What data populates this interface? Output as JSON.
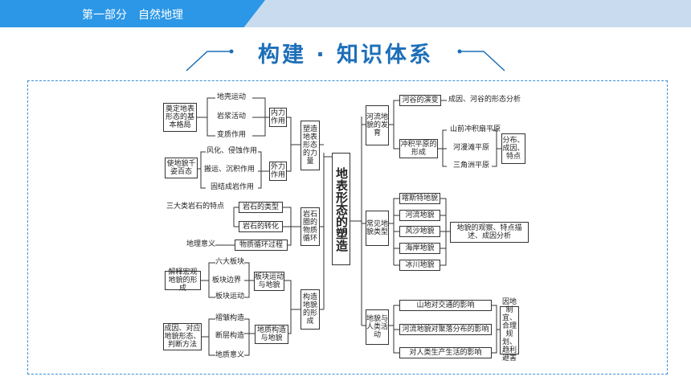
{
  "header": {
    "section": "第一部分　自然地理",
    "title": "构建 · 知识体系"
  },
  "center": "地表形态的塑造",
  "left": {
    "shape_force": "塑造地表形态的力量",
    "inner": "内力作用",
    "outer": "外力作用",
    "inner_items": [
      "地壳运动",
      "岩浆活动",
      "变质作用"
    ],
    "inner_result": "奠定地表形态的基本格局",
    "outer_items": [
      "风化、侵蚀作用",
      "搬运、沉积作用",
      "固结成岩作用"
    ],
    "outer_result": "使地貌千姿百态",
    "rock_cycle": "岩石圈的物质循环",
    "rock_items": [
      "岩石的类型",
      "岩石的转化",
      "物质循环过程"
    ],
    "rock_feature": "三大类岩石的特点",
    "rock_meaning": "地理意义",
    "tectonic": "构造地貌的形成",
    "plate": "板块运动与地貌",
    "plate_items": [
      "六大板块",
      "板块边界",
      "板块运动"
    ],
    "plate_result": "解释宏观地貌的形成",
    "struct": "地质构造与地貌",
    "struct_items": [
      "褶皱构造",
      "断层构造",
      "地质意义"
    ],
    "struct_result": "成因、对应地貌形态、判断方法"
  },
  "right": {
    "river": "河流地貌的发育",
    "valley": "河谷的演变",
    "valley_desc": "成因、河谷的形态分析",
    "plain": "冲积平原的形成",
    "plain_items": [
      "山前冲积扇平原",
      "河漫滩平原",
      "三角洲平原"
    ],
    "plain_desc": "分布、成因、特点",
    "common": "常见地貌类型",
    "common_items": [
      "喀斯特地貌",
      "河流地貌",
      "风沙地貌",
      "海岸地貌",
      "冰川地貌"
    ],
    "common_desc": "地貌的观察、特点描述、成因分析",
    "human": "地貌与人类活动",
    "human_items": [
      "山地对交通的影响",
      "河流地貌对聚落分布的影响",
      "对人类生产生活的影响"
    ],
    "human_desc": "因地制宜、合理规划、趋利避害"
  }
}
